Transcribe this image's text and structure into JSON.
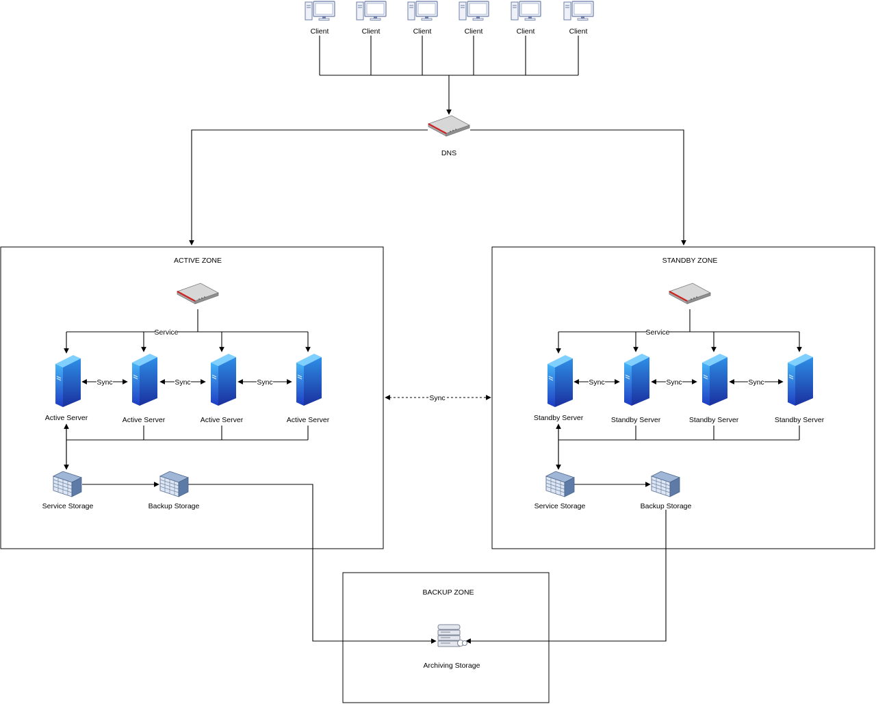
{
  "colors": {
    "line": "#000000",
    "server_light": "#3fa9f5",
    "server_dark": "#1f3fbf",
    "router_body": "#b5b5b5",
    "router_stripe": "#cc2222",
    "storage": "#5f7fa8"
  },
  "clients": [
    {
      "label": "Client",
      "icon": "desktop-computer-icon"
    },
    {
      "label": "Client",
      "icon": "desktop-computer-icon"
    },
    {
      "label": "Client",
      "icon": "desktop-computer-icon"
    },
    {
      "label": "Client",
      "icon": "desktop-computer-icon"
    },
    {
      "label": "Client",
      "icon": "desktop-computer-icon"
    },
    {
      "label": "Client",
      "icon": "desktop-computer-icon"
    }
  ],
  "dns": {
    "label": "DNS",
    "icon": "router-icon"
  },
  "zones": {
    "active": {
      "title": "ACTIVE ZONE",
      "service_label": "Service",
      "sync_labels": [
        "Sync",
        "Sync",
        "Sync"
      ],
      "servers": [
        "Active Server",
        "Active Server",
        "Active Server",
        "Active Server"
      ],
      "service_storage": "Service Storage",
      "backup_storage": "Backup Storage"
    },
    "standby": {
      "title": "STANDBY ZONE",
      "service_label": "Service",
      "sync_labels": [
        "Sync",
        "Sync",
        "Sync"
      ],
      "servers": [
        "Standby Server",
        "Standby Server",
        "Standby Server",
        "Standby Server"
      ],
      "service_storage": "Service Storage",
      "backup_storage": "Backup Storage"
    },
    "backup": {
      "title": "BACKUP ZONE",
      "archive_label": "Archiving Storage"
    }
  },
  "zone_sync_label": "Sync"
}
